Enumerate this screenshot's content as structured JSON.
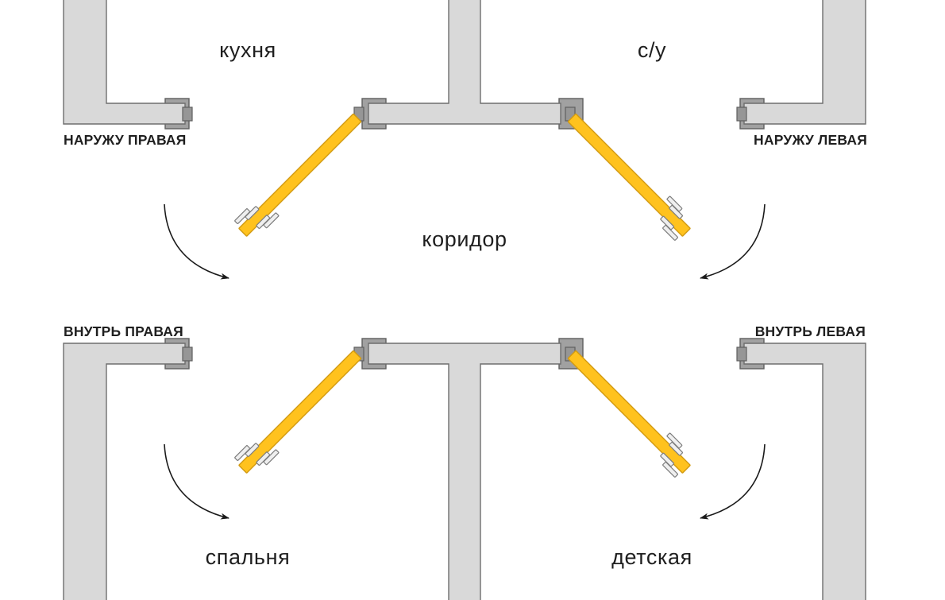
{
  "rooms": {
    "kitchen": "кухня",
    "bathroom": "с/у",
    "corridor": "коридор",
    "bedroom": "спальня",
    "nursery": "детская"
  },
  "door_types": {
    "outward_right": "НАРУЖУ ПРАВАЯ",
    "outward_left": "НАРУЖУ ЛЕВАЯ",
    "inward_right": "ВНУТРЬ ПРАВАЯ",
    "inward_left": "ВНУТРЬ ЛЕВАЯ"
  },
  "colors": {
    "background": "#ffffff",
    "wall_fill": "#d9d9d9",
    "wall_stroke": "#6e6e6e",
    "frame_fill": "#a1a1a1",
    "pivot_fill": "#969696",
    "frame_stroke": "#5f5f5f",
    "door_fill": "#ffc21e",
    "door_stroke": "#d29a12",
    "hinge_fill": "#efefef",
    "hinge_stroke": "#7d7d7d",
    "arrow": "#1a1a1a",
    "text": "#1f1f1f"
  }
}
